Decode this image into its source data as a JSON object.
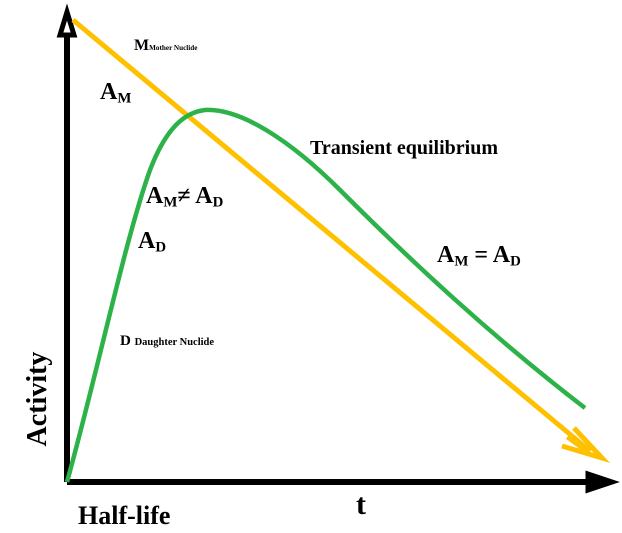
{
  "diagram": {
    "mother_symbol": "M",
    "mother_caption": "Mother Nuclide",
    "activity_symbol": "A",
    "mother_subscript": "M",
    "daughter_symbol": "D",
    "daughter_subscript": "D",
    "daughter_caption": "Daughter Nuclide",
    "neq_sign": "≠",
    "eq_sign": "=",
    "equilibrium_label": "Transient equilibrium",
    "y_axis_label": "Activity",
    "x_axis_label": "t",
    "bottom_label": "Half-life"
  },
  "colors": {
    "mother_line": "#FFC000",
    "daughter_curve": "#2DB24A",
    "axes": "#000000"
  }
}
